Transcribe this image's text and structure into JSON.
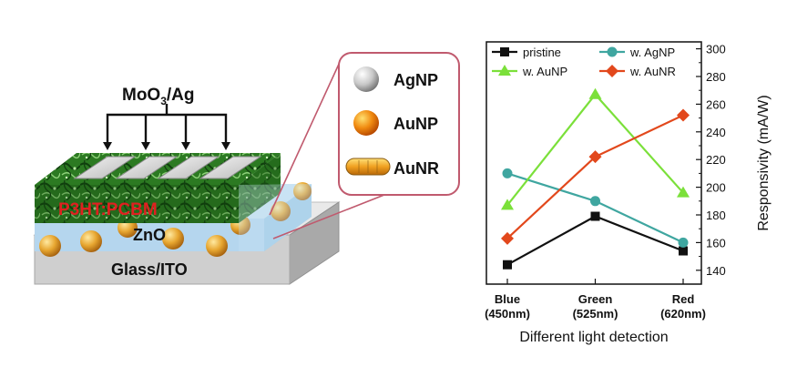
{
  "device": {
    "electrode_label": "MoO",
    "electrode_sub": "3",
    "electrode_suffix": "/Ag",
    "active_layer_label": "P3HT:PCBM",
    "active_layer_color": "#e02020",
    "etl_label": "ZnO",
    "substrate_label": "Glass/ITO"
  },
  "legend_box": {
    "items": [
      {
        "label": "AgNP",
        "icon": "silver-sphere-icon"
      },
      {
        "label": "AuNP",
        "icon": "gold-sphere-icon"
      },
      {
        "label": "AuNR",
        "icon": "gold-rod-icon"
      }
    ],
    "border_color": "#c05a6e"
  },
  "chart_data": {
    "type": "line",
    "categories": [
      "Blue\n(450nm)",
      "Green\n(525nm)",
      "Red\n(620nm)"
    ],
    "category_lines": [
      [
        "Blue",
        "(450nm)"
      ],
      [
        "Green",
        "(525nm)"
      ],
      [
        "Red",
        "(620nm)"
      ]
    ],
    "xlabel": "Different light detection",
    "ylabel": "Responsivity (mA/W)",
    "ylim": [
      130,
      305
    ],
    "yticks": [
      140,
      160,
      180,
      200,
      220,
      240,
      260,
      280,
      300
    ],
    "y_axis_side": "right",
    "legend_placement": "top",
    "grid": false,
    "series": [
      {
        "name": "pristine",
        "values": [
          144,
          179,
          154
        ],
        "color": "#111111",
        "marker": "square"
      },
      {
        "name": "w. AgNP",
        "values": [
          210,
          190,
          160
        ],
        "color": "#3fa6a0",
        "marker": "circle"
      },
      {
        "name": "w. AuNP",
        "values": [
          187,
          267,
          196
        ],
        "color": "#7be03a",
        "marker": "triangle"
      },
      {
        "name": "w. AuNR",
        "values": [
          163,
          222,
          252
        ],
        "color": "#e2481c",
        "marker": "diamond"
      }
    ]
  }
}
